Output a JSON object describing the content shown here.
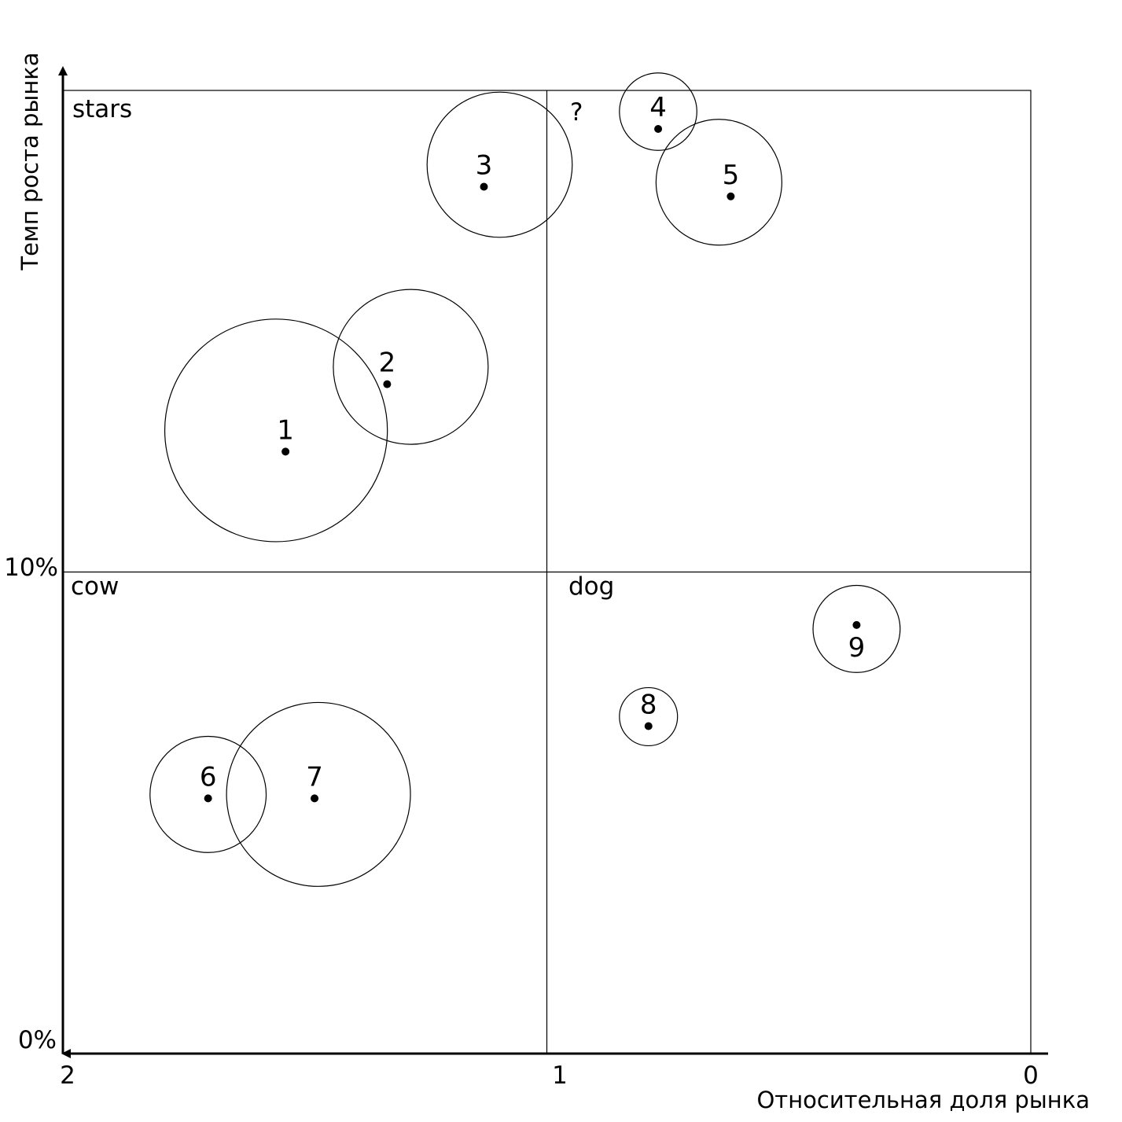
{
  "chart_data": {
    "type": "scatter",
    "xlabel": "Относительная доля рынка",
    "ylabel": "Темп роста рынка",
    "xlim": [
      2,
      0
    ],
    "ylim": [
      0,
      20
    ],
    "x_direction": "reversed",
    "x_ticks": [
      "2",
      "1",
      "0"
    ],
    "y_ticks": [
      "0%",
      "10%"
    ],
    "grid": false,
    "quadrant_dividers": {
      "x": 1,
      "y": 10
    },
    "quadrants": [
      {
        "label": "stars",
        "position": "top-left"
      },
      {
        "label": "?",
        "position": "top-right"
      },
      {
        "label": "cow",
        "position": "bottom-left"
      },
      {
        "label": "dog",
        "position": "bottom-right"
      }
    ],
    "points": [
      {
        "label": "1",
        "x": 1.54,
        "y": 12.5,
        "size": 0.23
      },
      {
        "label": "2",
        "x": 1.33,
        "y": 13.9,
        "size": 0.16
      },
      {
        "label": "3",
        "x": 1.13,
        "y": 18.0,
        "size": 0.15
      },
      {
        "label": "4",
        "x": 0.77,
        "y": 19.2,
        "size": 0.08
      },
      {
        "label": "5",
        "x": 0.62,
        "y": 17.8,
        "size": 0.13
      },
      {
        "label": "6",
        "x": 1.7,
        "y": 5.3,
        "size": 0.12
      },
      {
        "label": "7",
        "x": 1.48,
        "y": 5.3,
        "size": 0.19
      },
      {
        "label": "8",
        "x": 0.79,
        "y": 6.8,
        "size": 0.06
      },
      {
        "label": "9",
        "x": 0.36,
        "y": 8.9,
        "size": 0.09
      }
    ]
  }
}
